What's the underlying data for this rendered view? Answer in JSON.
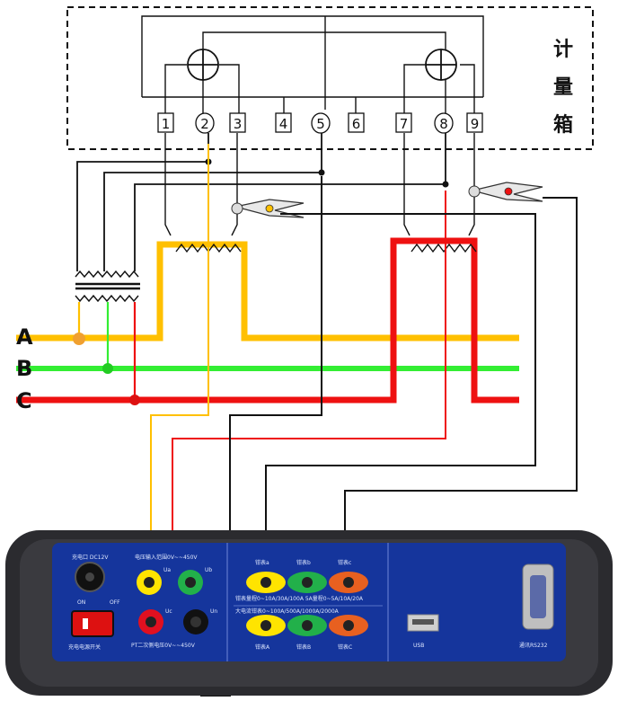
{
  "meter_box": {
    "title_chars": [
      "计",
      "量",
      "箱"
    ],
    "terminals": [
      "1",
      "2",
      "3",
      "4",
      "5",
      "6",
      "7",
      "8",
      "9"
    ]
  },
  "phases": [
    {
      "label": "A",
      "color": "#ffc000"
    },
    {
      "label": "B",
      "color": "#33ee33"
    },
    {
      "label": "C",
      "color": "#ee1111"
    }
  ],
  "device": {
    "left_panel": {
      "power_label": "充电口 DC12V",
      "on_label": "ON",
      "off_label": "OFF",
      "switch_label": "充电电源开关",
      "voltage_range": "电压输入范围0V~~450V",
      "voltage_range2": "PT二次侧电压0V~~450V",
      "ua_label": "Ua",
      "ub_label": "Ub",
      "uc_label": "Uc",
      "un_label": "Un"
    },
    "right_panel": {
      "clamp_top": [
        "钳表a",
        "钳表b",
        "钳表c"
      ],
      "clamp_bottom": [
        "钳表A",
        "钳表B",
        "钳表C"
      ],
      "range_line1": "钳表量程0~10A/30A/100A  5A量程0~5A/10A/20A",
      "range_line2": "大电流钳表0~100A/500A/1000A/2000A",
      "usb_label": "USB",
      "rs232_label": "通讯RS232"
    }
  },
  "wire_colors": {
    "yellow": "#ffc000",
    "green": "#33ee33",
    "red": "#ee1111",
    "black": "#111111"
  }
}
